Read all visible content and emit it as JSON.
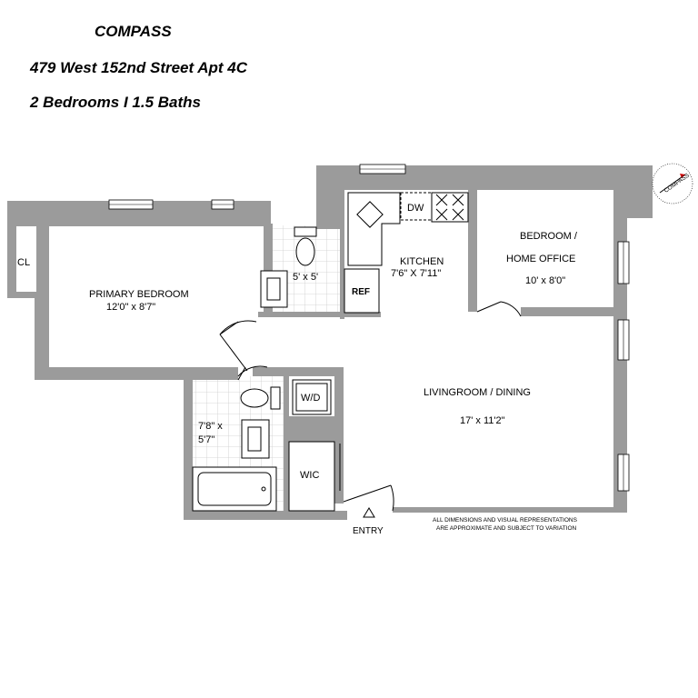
{
  "header": {
    "brand": "COMPASS",
    "address": "479 West 152nd Street Apt 4C",
    "summary": "2 Bedrooms  I  1.5 Baths"
  },
  "rooms": {
    "closet": "CL",
    "primary_bedroom": {
      "name": "PRIMARY BEDROOM",
      "dims": "12'0\" x 8'7\""
    },
    "half_bath": {
      "dims": "5' x 5'"
    },
    "kitchen": {
      "name": "KITCHEN",
      "dims": "7'6\" X 7'11\""
    },
    "ref": "REF",
    "dishwasher": "DW",
    "bedroom2": {
      "name_line1": "BEDROOM /",
      "name_line2": "HOME OFFICE",
      "dims": "10' x 8'0\""
    },
    "living": {
      "name": "LIVINGROOM / DINING",
      "dims": "17' x 11'2\""
    },
    "washer_dryer": "W/D",
    "full_bath": {
      "dims_line1": "7'8\" x",
      "dims_line2": "5'7\""
    },
    "wic": "WIC",
    "entry": "ENTRY"
  },
  "disclaimer": {
    "line1": "ALL DIMENSIONS AND VISUAL REPRESENTATIONS",
    "line2": "ARE APPROXIMATE AND SUBJECT TO VARIATION"
  },
  "compass_rose": {
    "text": "COMPASS",
    "icon": "compass-rose-icon"
  },
  "colors": {
    "wall": "#9b9b9b",
    "tile": "#cccccc"
  }
}
